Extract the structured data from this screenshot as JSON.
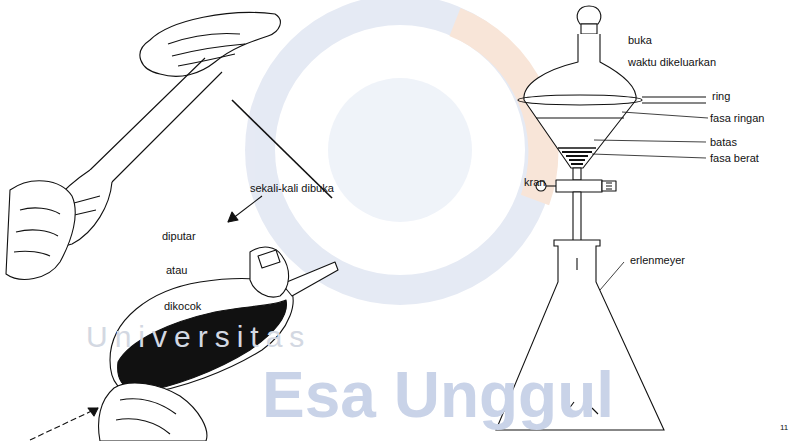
{
  "diagram": {
    "labels": [
      "buka",
      "waktu dikeluarkan",
      "ring",
      "fasa ringan",
      "batas",
      "fasa berat",
      "sekali-kali dibuka",
      "diputar",
      "atau",
      "kran",
      "dikocok",
      "erlenmeyer",
      "Universitas",
      "Esa Unggul",
      "11"
    ]
  }
}
